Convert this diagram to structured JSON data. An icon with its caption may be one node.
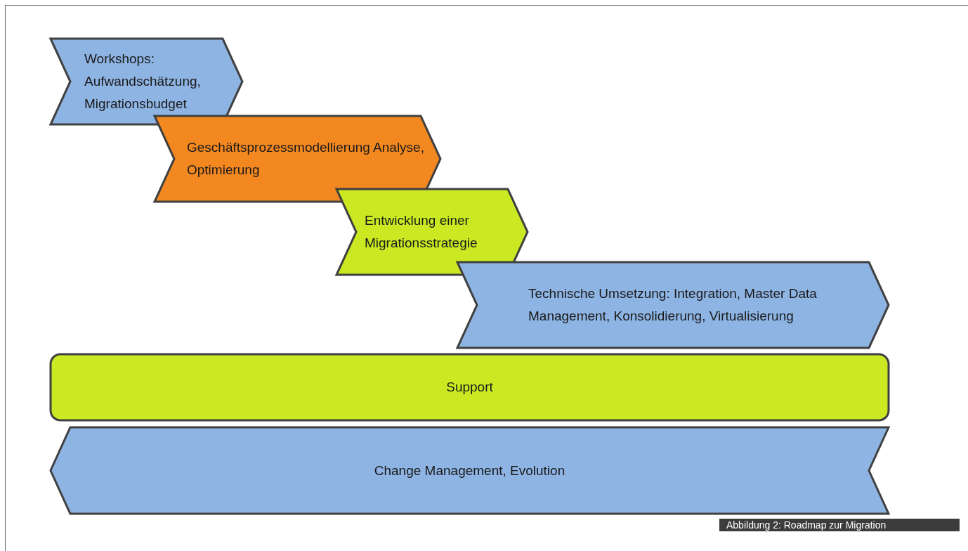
{
  "diagram": {
    "caption": "Abbildung 2: Roadmap zur Migration",
    "nodes": [
      {
        "text": [
          "Workshops: Aufwandschätzung, Migrationsbudget"
        ]
      },
      {
        "text": [
          "Geschäftsprozessmodellierung Analyse, Optimierung"
        ]
      },
      {
        "text": [
          "Entwicklung einer Migrationsstrategie"
        ]
      },
      {
        "text": [
          "Technische Umsetzung: Integration, Master Data Management, Konsolidierung, Virtualisierung"
        ]
      },
      {
        "text": [
          "Support"
        ]
      },
      {
        "text": [
          "Change Management, Evolution"
        ]
      }
    ]
  }
}
